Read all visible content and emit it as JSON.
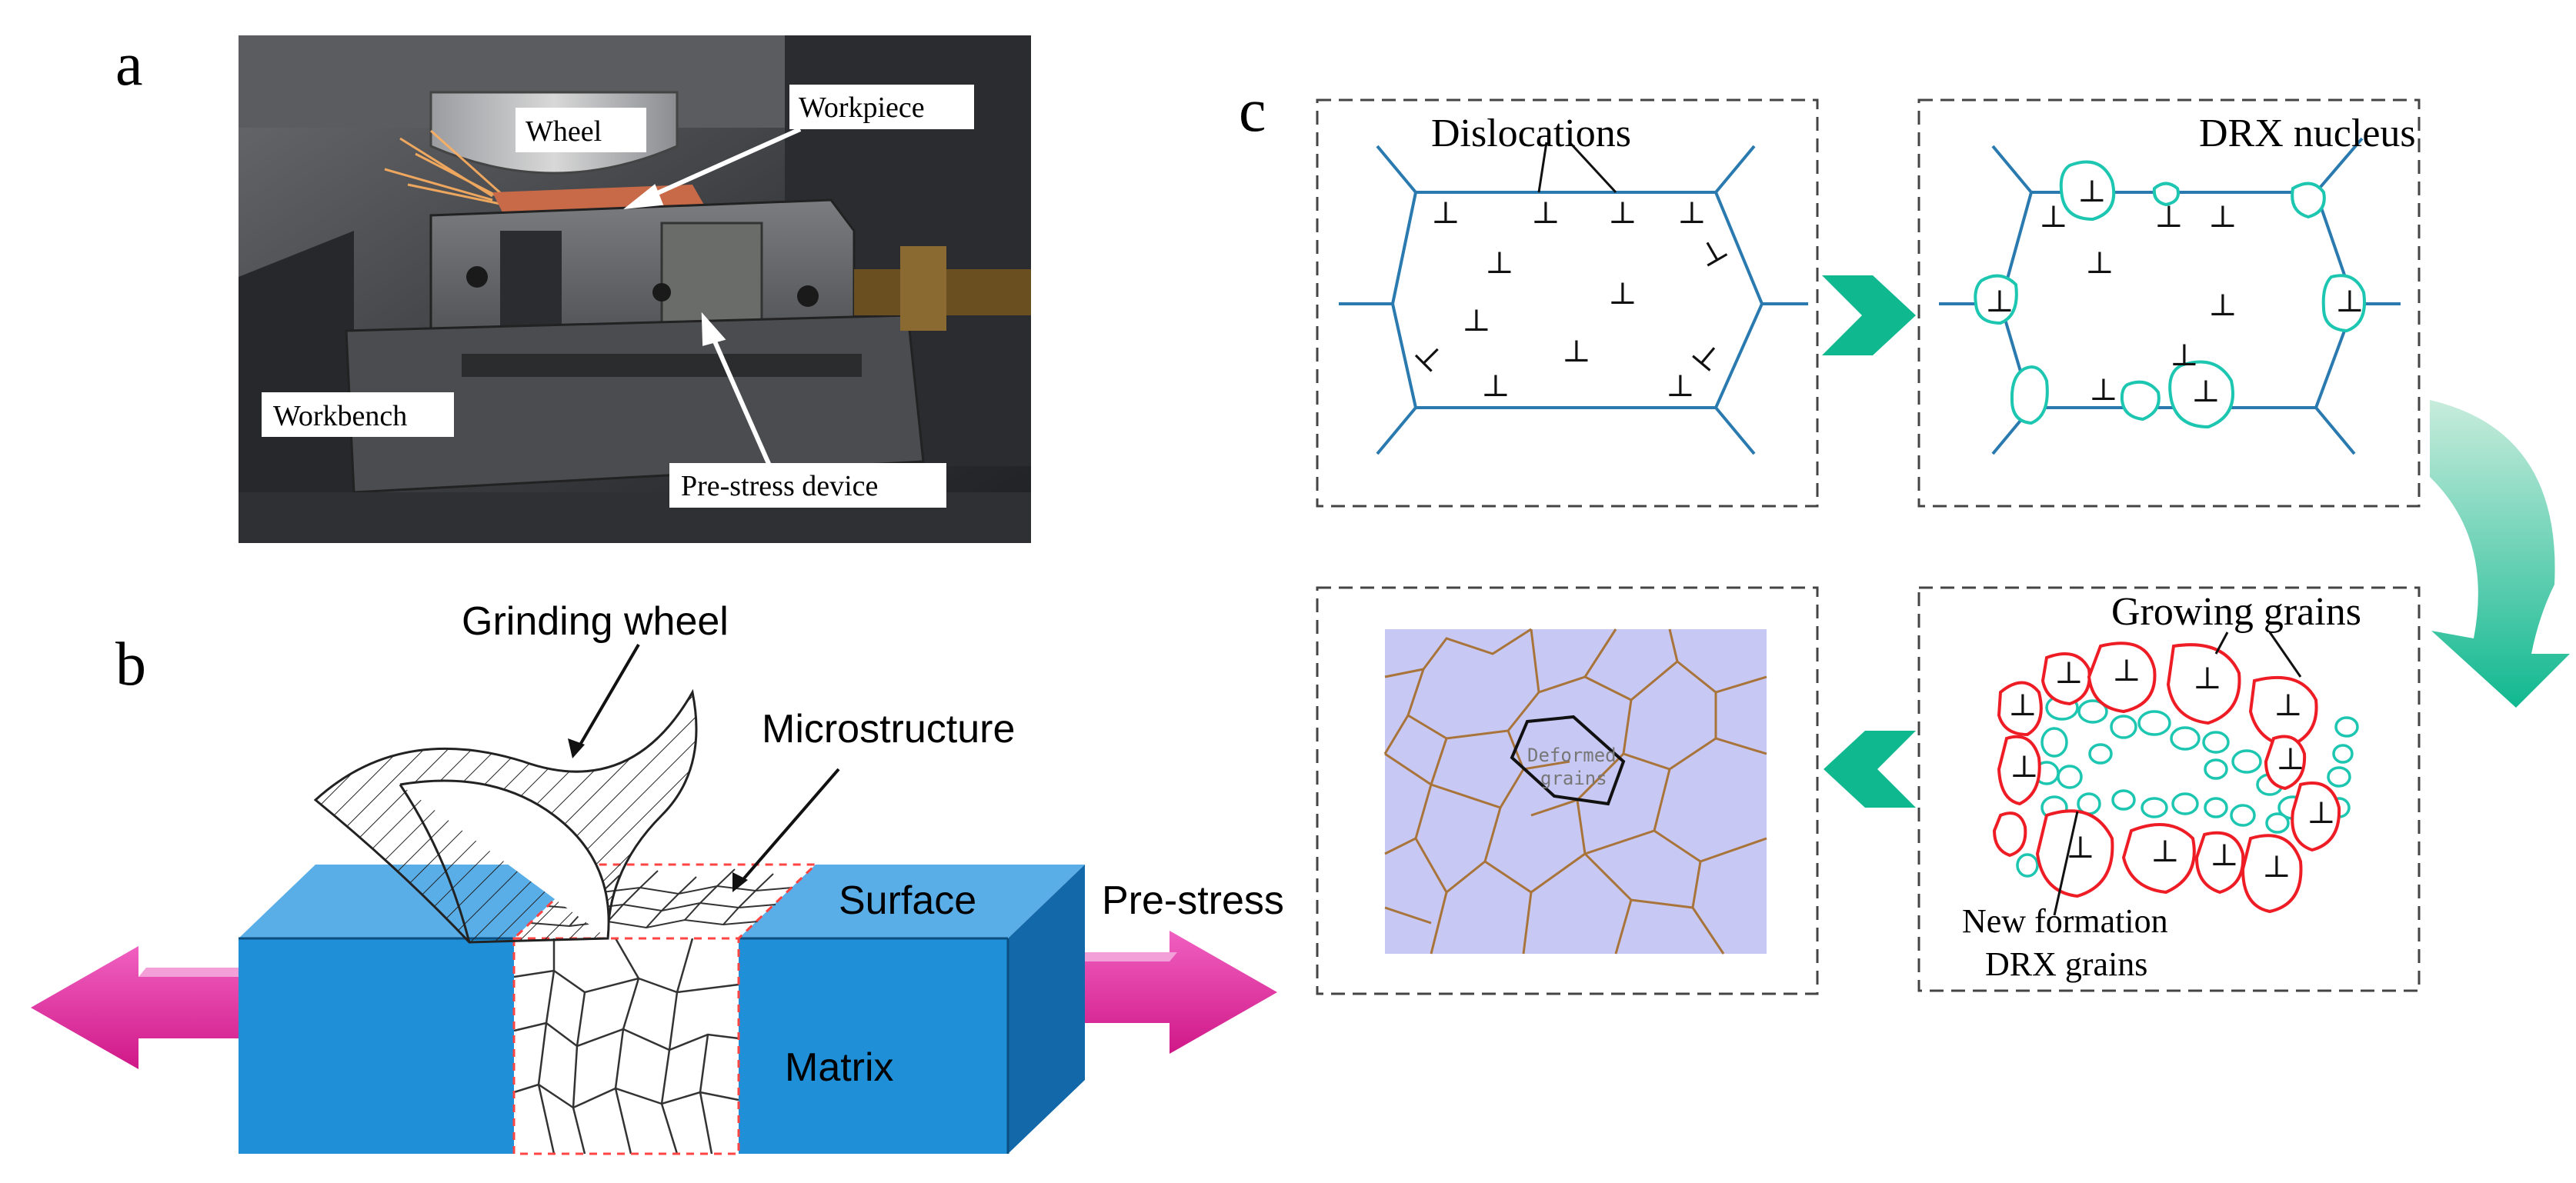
{
  "panel_labels": {
    "a": "a",
    "b": "b",
    "c": "c"
  },
  "panel_a": {
    "labels": {
      "wheel": "Wheel",
      "workpiece": "Workpiece",
      "workbench": "Workbench",
      "prestress_device": "Pre-stress device"
    }
  },
  "panel_b": {
    "labels": {
      "grinding_wheel": "Grinding wheel",
      "microstructure": "Microstructure",
      "surface": "Surface",
      "prestress": "Pre-stress",
      "matrix": "Matrix"
    }
  },
  "panel_c": {
    "labels": {
      "dislocations": "Dislocations",
      "drx_nucleus": "DRX nucleus",
      "growing_grains": "Growing grains",
      "new_formation_line1": "New formation",
      "new_formation_line2": "DRX grains",
      "deformed_line1": "Deformed",
      "deformed_line2": "grains"
    },
    "dislocation_symbol": "⊥"
  },
  "colors": {
    "grain_boundary_blue": "#2a7ab0",
    "drx_nucleus_teal": "#1cc6b0",
    "growing_grain_red": "#ee1c24",
    "arrow_green": "#10b890",
    "block_blue": "#1f8fd8",
    "block_top": "#5aaee8",
    "block_side": "#1268a8",
    "prestress_magenta": "#e8249a",
    "deformed_bg": "#c8c8f4",
    "deformed_boundary": "#a8743a"
  }
}
